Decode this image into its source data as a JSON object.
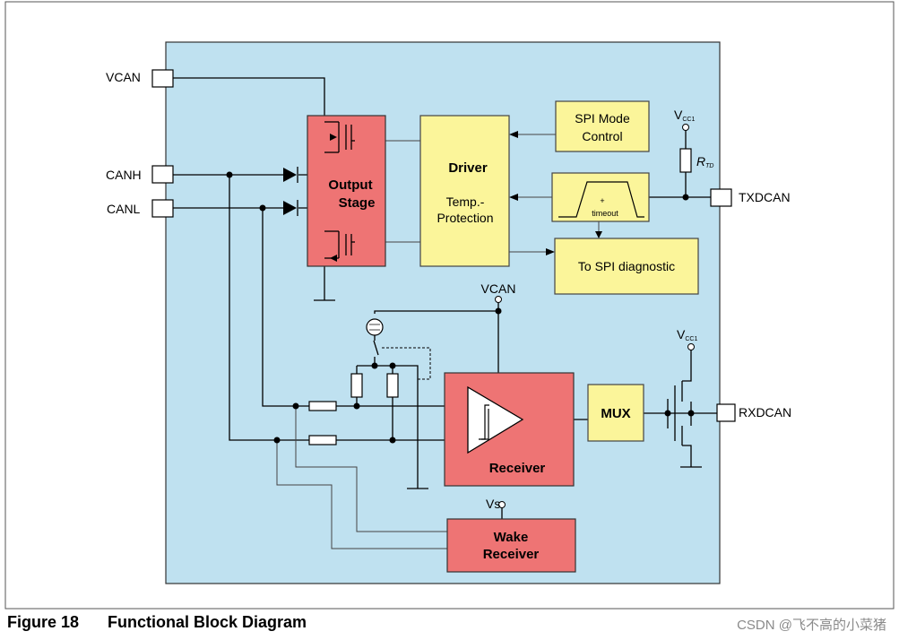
{
  "pins": {
    "vcan": "VCAN",
    "canh": "CANH",
    "canl": "CANL",
    "txdcan": "TXDCAN",
    "rxdcan": "RXDCAN"
  },
  "blocks": {
    "output_stage_line1": "Output",
    "output_stage_line2": "Stage",
    "driver": "Driver",
    "temp_line1": "Temp.-",
    "temp_line2": "Protection",
    "spi_mode_line1": "SPI Mode",
    "spi_mode_line2": "Control",
    "spi_diag": "To SPI diagnostic",
    "timeout_plus": "+",
    "timeout": "timeout",
    "receiver": "Receiver",
    "mux": "MUX",
    "wake_line1": "Wake",
    "wake_line2": "Receiver"
  },
  "supplies": {
    "vcc1_main": "V",
    "vcc1_sub": "CC1",
    "rtd_main": "R",
    "rtd_sub": "TD",
    "vcan": "VCAN",
    "vs": "Vs"
  },
  "caption": {
    "number": "Figure 18",
    "title": "Functional Block Diagram"
  },
  "watermark": "CSDN @飞不高的小菜猪",
  "colors": {
    "background": "#bfe1f0",
    "red_block": "#ee7474",
    "yellow_block": "#fbf59a"
  }
}
